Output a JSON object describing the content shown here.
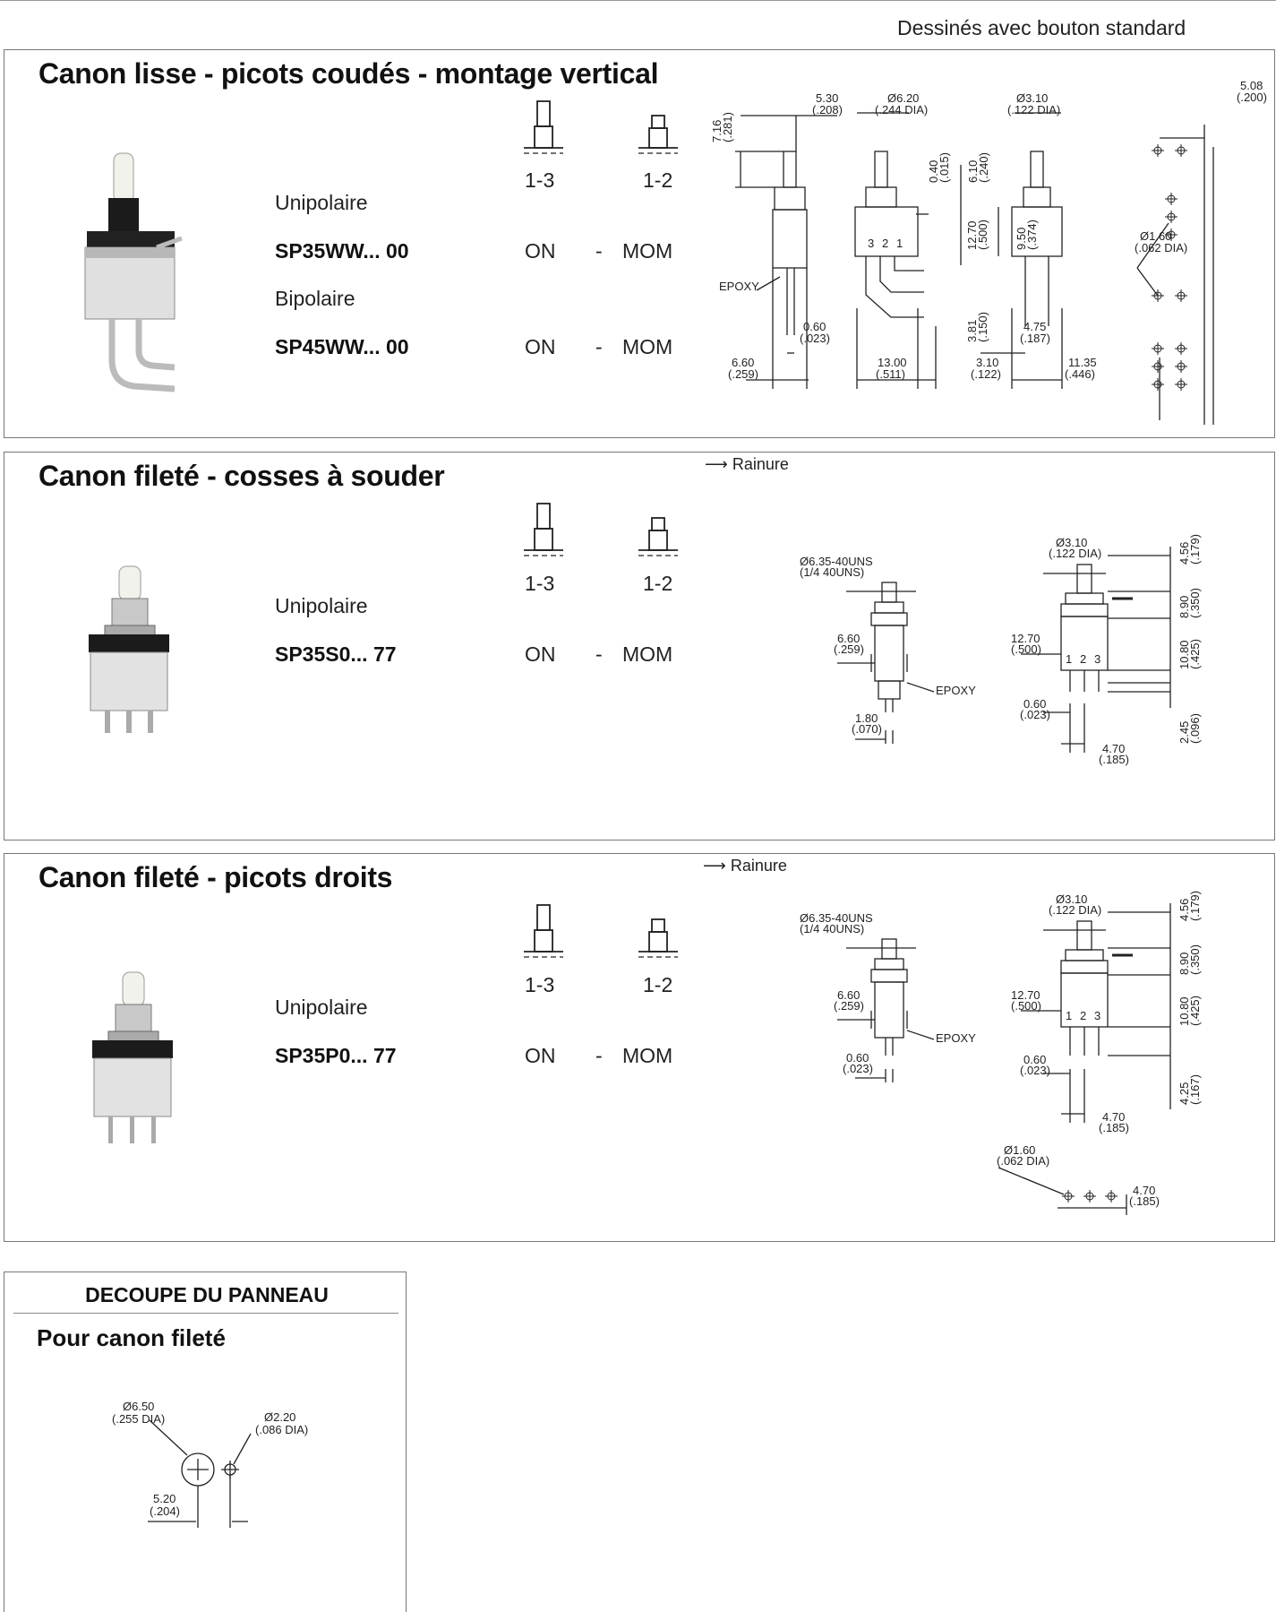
{
  "header": {
    "note": "Dessinés avec bouton standard"
  },
  "sections": [
    {
      "title": "Canon lisse - picots coudés - montage vertical",
      "positions": [
        "1-3",
        "1-2"
      ],
      "rows": [
        {
          "label": "Unipolaire",
          "code": "SP35WW... 00",
          "state_on": "ON",
          "dash": "-",
          "state_mom": "MOM"
        },
        {
          "label": "Bipolaire",
          "code": "SP45WW... 00",
          "state_on": "ON",
          "dash": "-",
          "state_mom": "MOM"
        }
      ],
      "dims": [
        "5.30",
        "(.208)",
        "Ø6.20",
        "(.244 DIA)",
        "Ø3.10",
        "(.122 DIA)",
        "5.08",
        "(.200)",
        "7.16",
        "(.281)",
        "0.40",
        "(.015)",
        "6.10",
        "(.240)",
        "12.70",
        "(.500)",
        "9.50",
        "(.374)",
        "3.81",
        "(.150)",
        "Ø1.60",
        "(.062 DIA)",
        "EPOXY",
        "0.60",
        "(.023)",
        "6.60",
        "(.259)",
        "13.00",
        "(.511)",
        "3.10",
        "(.122)",
        "4.75",
        "(.187)",
        "11.35",
        "(.446)",
        "3",
        "2",
        "1"
      ]
    },
    {
      "title": "Canon fileté - cosses à souder",
      "rainure": "Rainure",
      "positions": [
        "1-3",
        "1-2"
      ],
      "rows": [
        {
          "label": "Unipolaire",
          "code": "SP35S0... 77",
          "state_on": "ON",
          "dash": "-",
          "state_mom": "MOM"
        }
      ],
      "dims": [
        "Ø6.35-40UNS",
        "(1/4 40UNS)",
        "Ø3.10",
        "(.122 DIA)",
        "4.56",
        "(.179)",
        "8.90",
        "(.350)",
        "6.60",
        "(.259)",
        "12.70",
        "(.500)",
        "10.80",
        "(.425)",
        "EPOXY",
        "1.80",
        "(.070)",
        "0.60",
        "(.023)",
        "2.45",
        "(.096)",
        "4.70",
        "(.185)",
        "1",
        "2",
        "3"
      ]
    },
    {
      "title": "Canon fileté - picots droits",
      "rainure": "Rainure",
      "positions": [
        "1-3",
        "1-2"
      ],
      "rows": [
        {
          "label": "Unipolaire",
          "code": "SP35P0... 77",
          "state_on": "ON",
          "dash": "-",
          "state_mom": "MOM"
        }
      ],
      "dims": [
        "Ø6.35-40UNS",
        "(1/4 40UNS)",
        "Ø3.10",
        "(.122 DIA)",
        "4.56",
        "(.179)",
        "8.90",
        "(.350)",
        "6.60",
        "(.259)",
        "12.70",
        "(.500)",
        "10.80",
        "(.425)",
        "EPOXY",
        "0.60",
        "(.023)",
        "0.60",
        "(.023)",
        "4.25",
        "(.167)",
        "4.70",
        "(.185)",
        "Ø1.60",
        "(.062 DIA)",
        "4.70",
        "(.185)",
        "1",
        "2",
        "3"
      ]
    }
  ],
  "panel": {
    "heading": "DECOUPE DU PANNEAU",
    "subheading": "Pour canon fileté",
    "dims": [
      "Ø6.50",
      "(.255 DIA)",
      "Ø2.20",
      "(.086 DIA)",
      "5.20",
      "(.204)"
    ]
  }
}
